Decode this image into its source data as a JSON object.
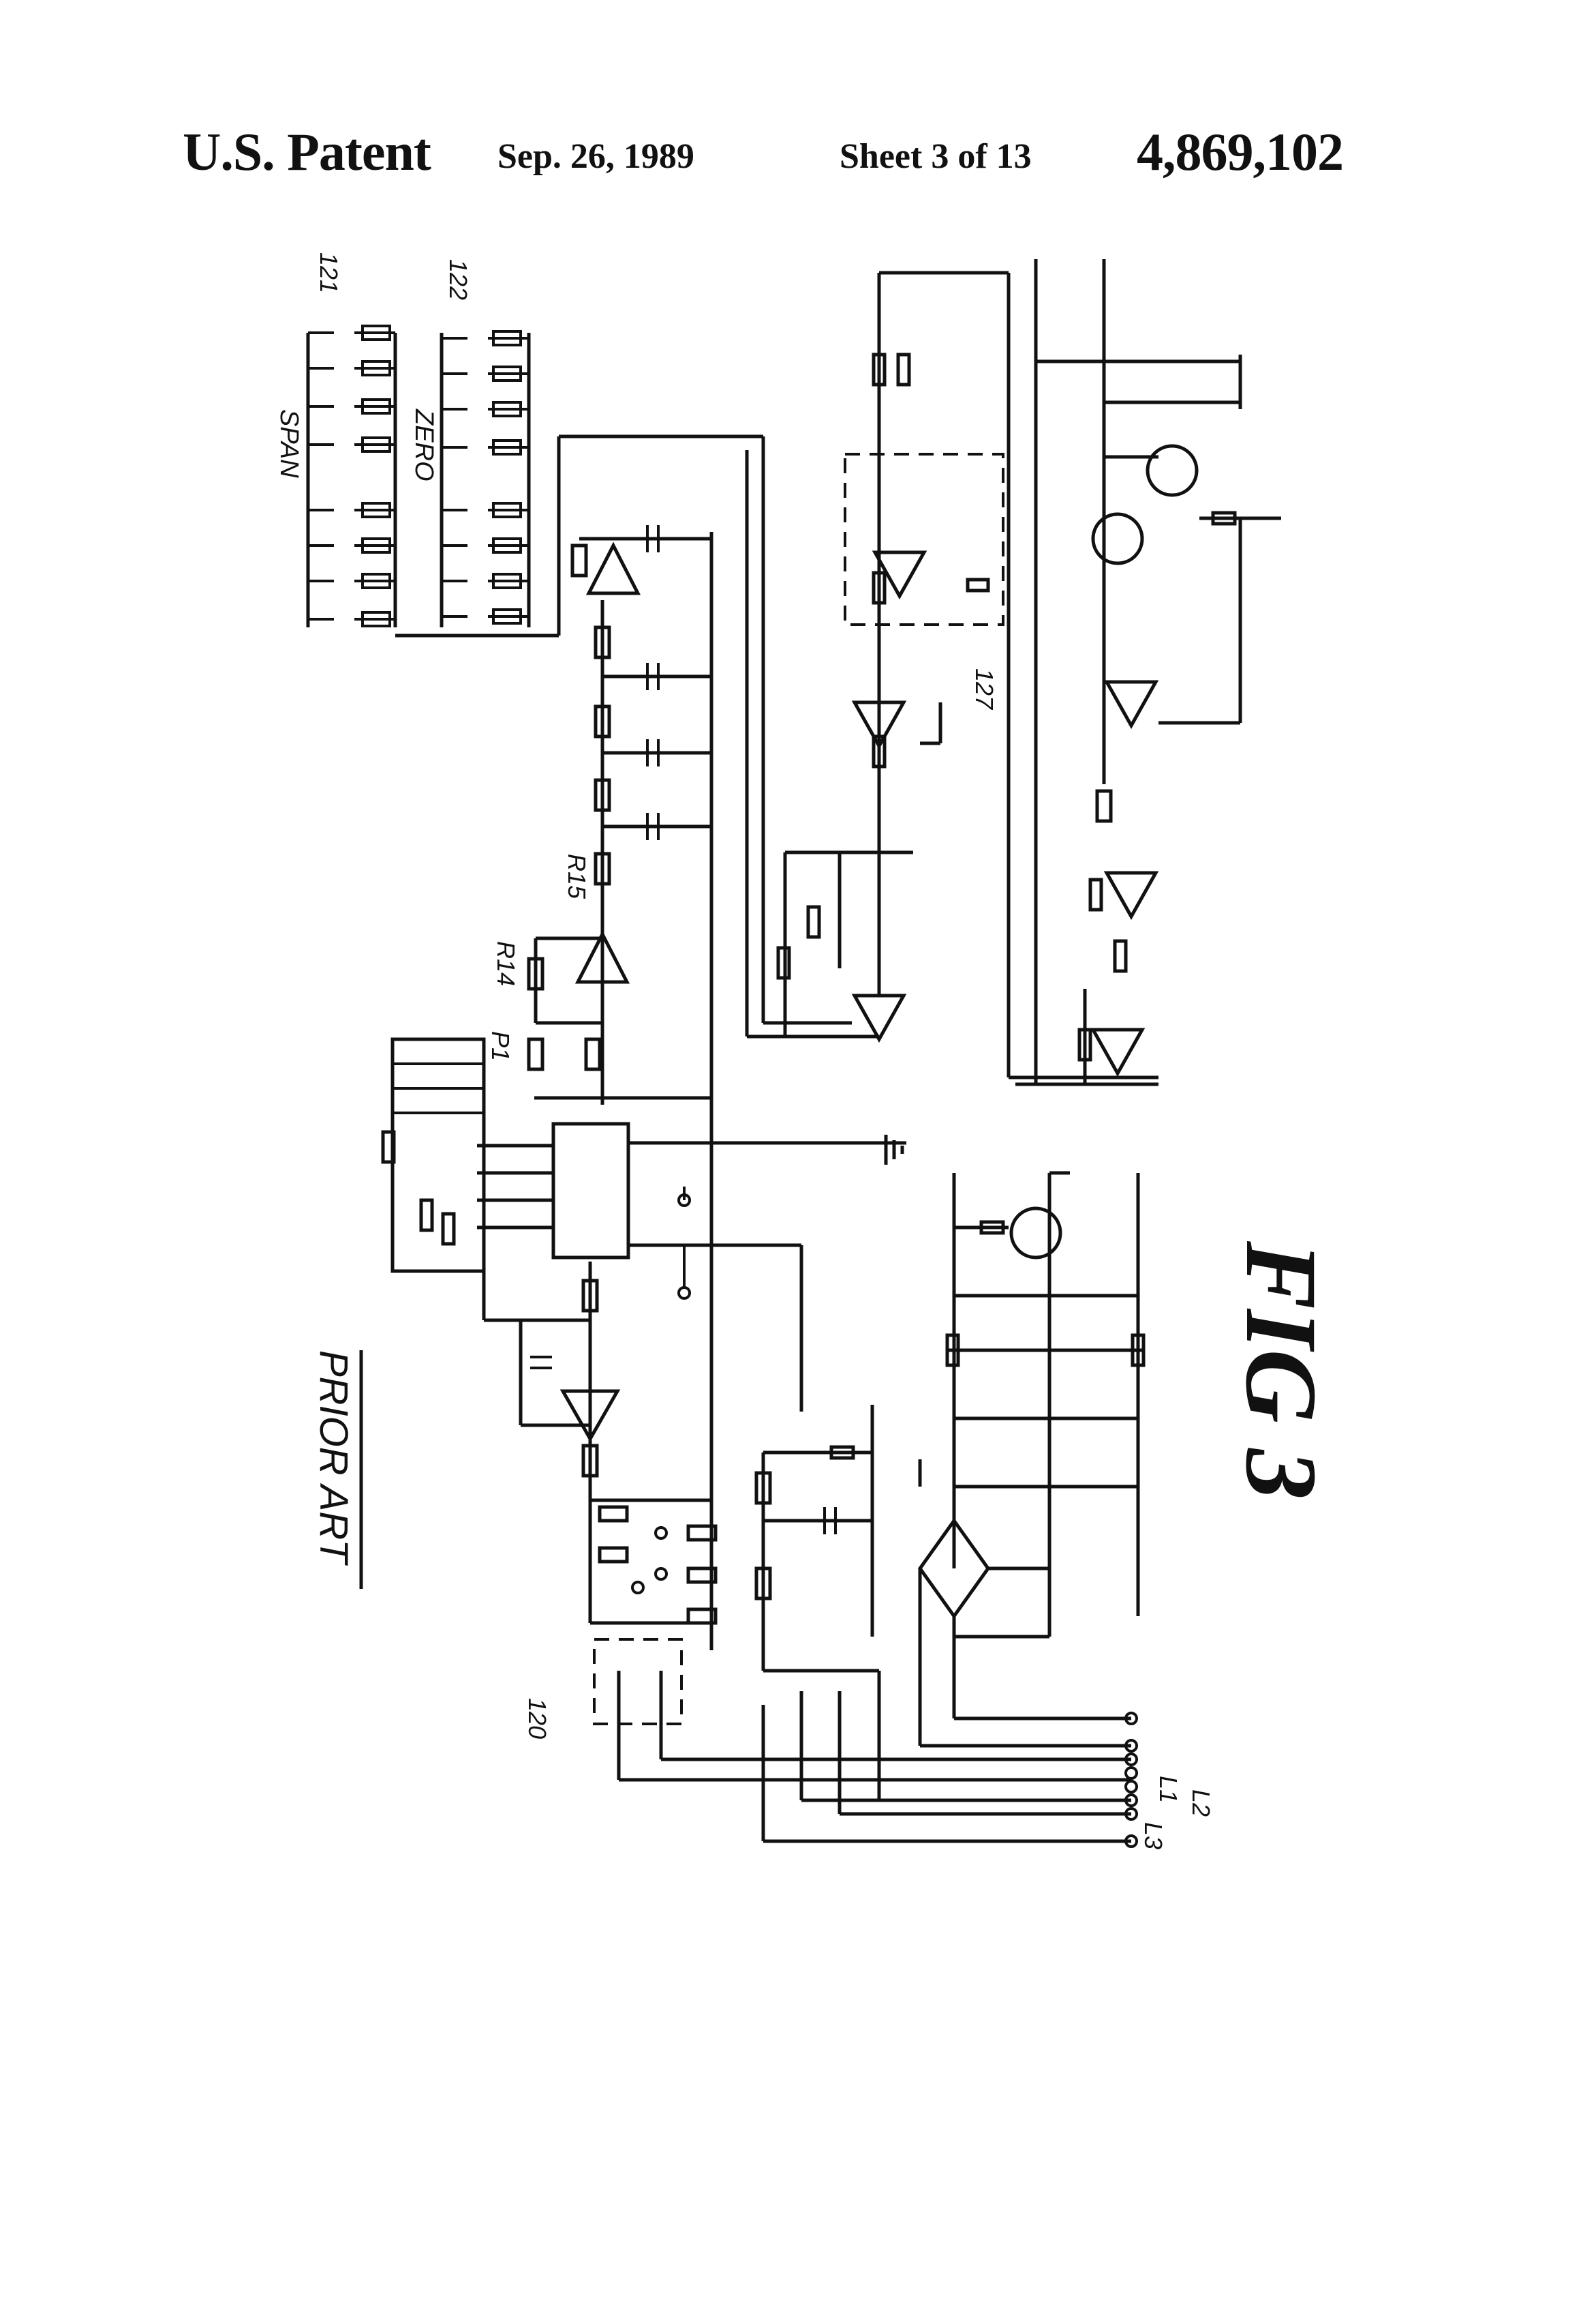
{
  "header": {
    "title": "U.S. Patent",
    "date": "Sep. 26, 1989",
    "sheet": "Sheet 3 of 13",
    "patent_number": "4,869,102"
  },
  "figure": {
    "caption": "FIG 3",
    "note": "PRIOR ART",
    "labels": {
      "ref_121": "121",
      "ref_122": "122",
      "span": "SPAN",
      "zero": "ZERO",
      "ref_127": "127",
      "ref_120": "120",
      "r14": "R14",
      "r15": "R15",
      "p1": "P1",
      "l1": "L1",
      "l2": "L2",
      "l3": "L3"
    }
  }
}
